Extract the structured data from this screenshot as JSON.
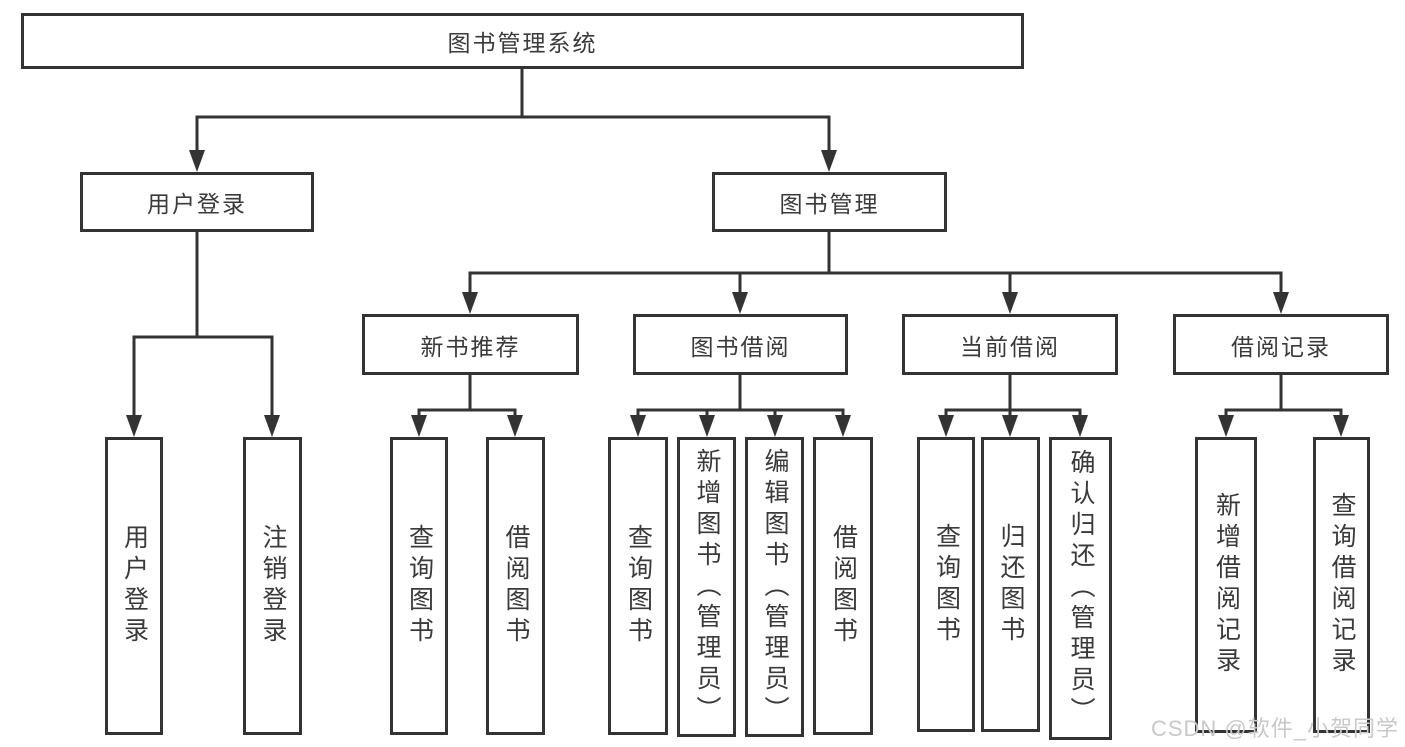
{
  "diagram": {
    "root": {
      "label": "图书管理系统"
    },
    "level2": [
      {
        "label": "用户登录"
      },
      {
        "label": "图书管理"
      }
    ],
    "level3": [
      {
        "label": "新书推荐"
      },
      {
        "label": "图书借阅"
      },
      {
        "label": "当前借阅"
      },
      {
        "label": "借阅记录"
      }
    ],
    "leaves": {
      "user_login": [
        {
          "label": "用户登录"
        },
        {
          "label": "注销登录"
        }
      ],
      "new_books": [
        {
          "label": "查询图书"
        },
        {
          "label": "借阅图书"
        }
      ],
      "book_borrow": [
        {
          "label": "查询图书"
        },
        {
          "label": "新增图书（管理员）"
        },
        {
          "label": "编辑图书（管理员）"
        },
        {
          "label": "借阅图书"
        }
      ],
      "current_borrow": [
        {
          "label": "查询图书"
        },
        {
          "label": "归还图书"
        },
        {
          "label": "确认归还（管理员）"
        }
      ],
      "borrow_records": [
        {
          "label": "新增借阅记录"
        },
        {
          "label": "查询借阅记录"
        }
      ]
    }
  },
  "watermark": {
    "text": "CSDN @软件_小贺同学"
  },
  "colors": {
    "line": "#333333",
    "text": "#3a3a3a",
    "background": "#ffffff",
    "watermark": "#c9c9c9"
  }
}
